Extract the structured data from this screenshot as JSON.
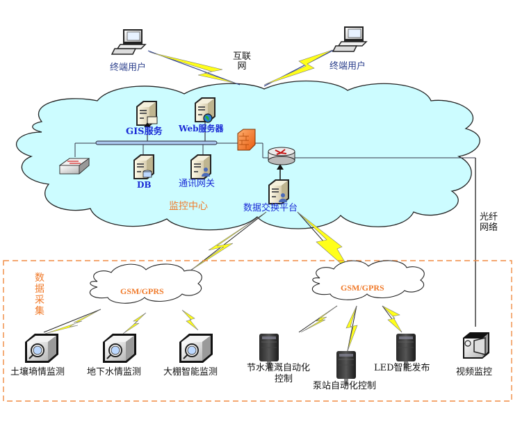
{
  "diagram": {
    "type": "network-architecture",
    "top_section": {
      "internet_label": "互联网",
      "end_users": [
        {
          "label": "终端用户",
          "icon": "desktop-computer-icon"
        },
        {
          "label": "终端用户",
          "icon": "desktop-computer-icon"
        }
      ]
    },
    "monitoring_center": {
      "label": "监控中心",
      "servers": [
        {
          "id": "gis",
          "label": "GIS服务",
          "icon": "server-folder-icon"
        },
        {
          "id": "web",
          "label": "Web服务器",
          "icon": "server-globe-icon"
        },
        {
          "id": "db",
          "label": "DB",
          "icon": "server-database-icon"
        },
        {
          "id": "gateway",
          "label": "通讯网关",
          "icon": "server-user-icon"
        },
        {
          "id": "exchange",
          "label": "数据交换平台",
          "icon": "server-user-icon"
        }
      ],
      "switch": {
        "icon": "network-switch-icon"
      },
      "firewall": {
        "icon": "firewall-icon"
      },
      "router": {
        "icon": "router-icon"
      }
    },
    "fiber_label": "光纤网络",
    "data_collection": {
      "label": "数据采集",
      "networks": [
        {
          "label": "GSM/GPRS"
        },
        {
          "label": "GSM/GPRS"
        }
      ],
      "sensors": [
        {
          "label": "土壤墒情监测",
          "icon": "sensor-box-icon"
        },
        {
          "label": "地下水情监测",
          "icon": "sensor-box-icon"
        },
        {
          "label": "大棚智能监测",
          "icon": "sensor-box-icon"
        }
      ],
      "controllers": [
        {
          "label": "节水灌溉自动化控制",
          "label_line1": "节水灌溉自动化",
          "label_line2": "控制",
          "icon": "control-cabinet-icon"
        },
        {
          "label": "泵站自动化控制",
          "icon": "control-cabinet-icon"
        },
        {
          "label": "LED智能发布",
          "icon": "control-cabinet-icon"
        }
      ],
      "video": {
        "label": "视频监控",
        "icon": "video-camera-icon"
      }
    },
    "colors": {
      "cloud_fill": "#ccfcff",
      "label_blue": "#1a2bd6",
      "accent_orange": "#f07a2a",
      "lightning_yellow": "#ffff1a",
      "bus_fill": "#a9c7ee"
    }
  }
}
